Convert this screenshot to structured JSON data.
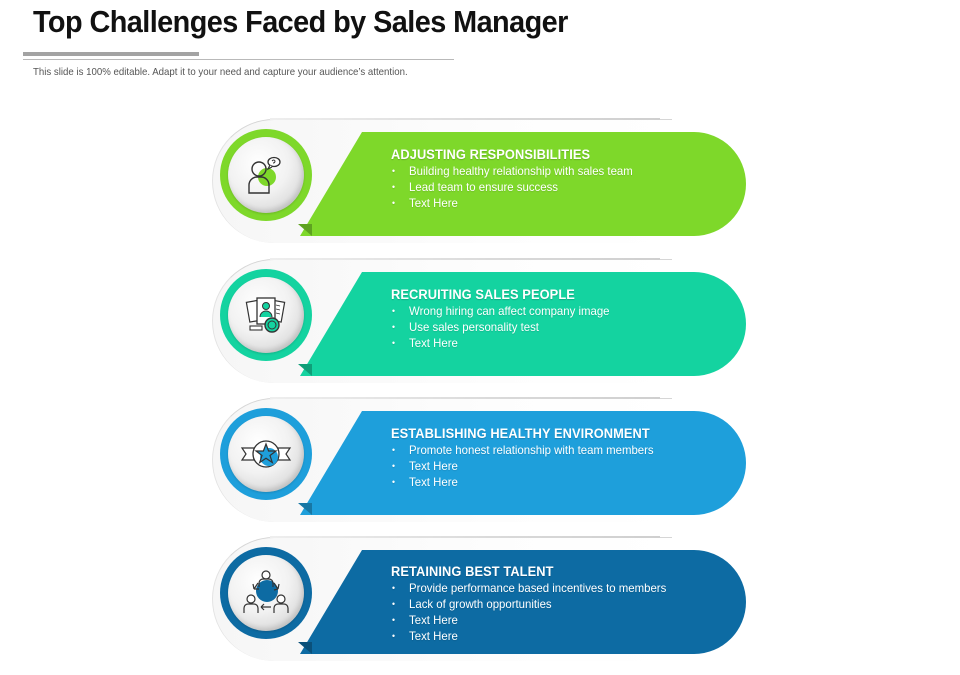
{
  "header": {
    "title": "Top Challenges Faced by Sales Manager",
    "subtitle": "This slide is 100% editable. Adapt it to your need and capture your audience’s attention."
  },
  "colors": {
    "row1": "#7ED82A",
    "row2": "#14D3A0",
    "row3": "#1E9FDB",
    "row4": "#0D6BA3",
    "title_bar": "#A3A3A3"
  },
  "rows": [
    {
      "heading": "ADJUSTING RESPONSIBILITIES",
      "icon": "person-speech-bubble-icon",
      "bullets": [
        "Building healthy relationship with sales team",
        "Lead team to ensure success",
        "Text Here"
      ]
    },
    {
      "heading": "RECRUITING SALES PEOPLE",
      "icon": "resume-magnifier-icon",
      "bullets": [
        "Wrong hiring can affect company image",
        "Use sales personality test",
        "Text Here"
      ]
    },
    {
      "heading": "ESTABLISHING HEALTHY ENVIRONMENT",
      "icon": "star-ribbon-badge-icon",
      "bullets": [
        "Promote honest relationship with team members",
        "Text Here",
        "Text Here"
      ]
    },
    {
      "heading": "RETAINING BEST TALENT",
      "icon": "team-cycle-icon",
      "bullets": [
        "Provide performance based  incentives to members",
        "Lack of growth opportunities",
        "Text Here",
        "Text Here"
      ]
    }
  ]
}
